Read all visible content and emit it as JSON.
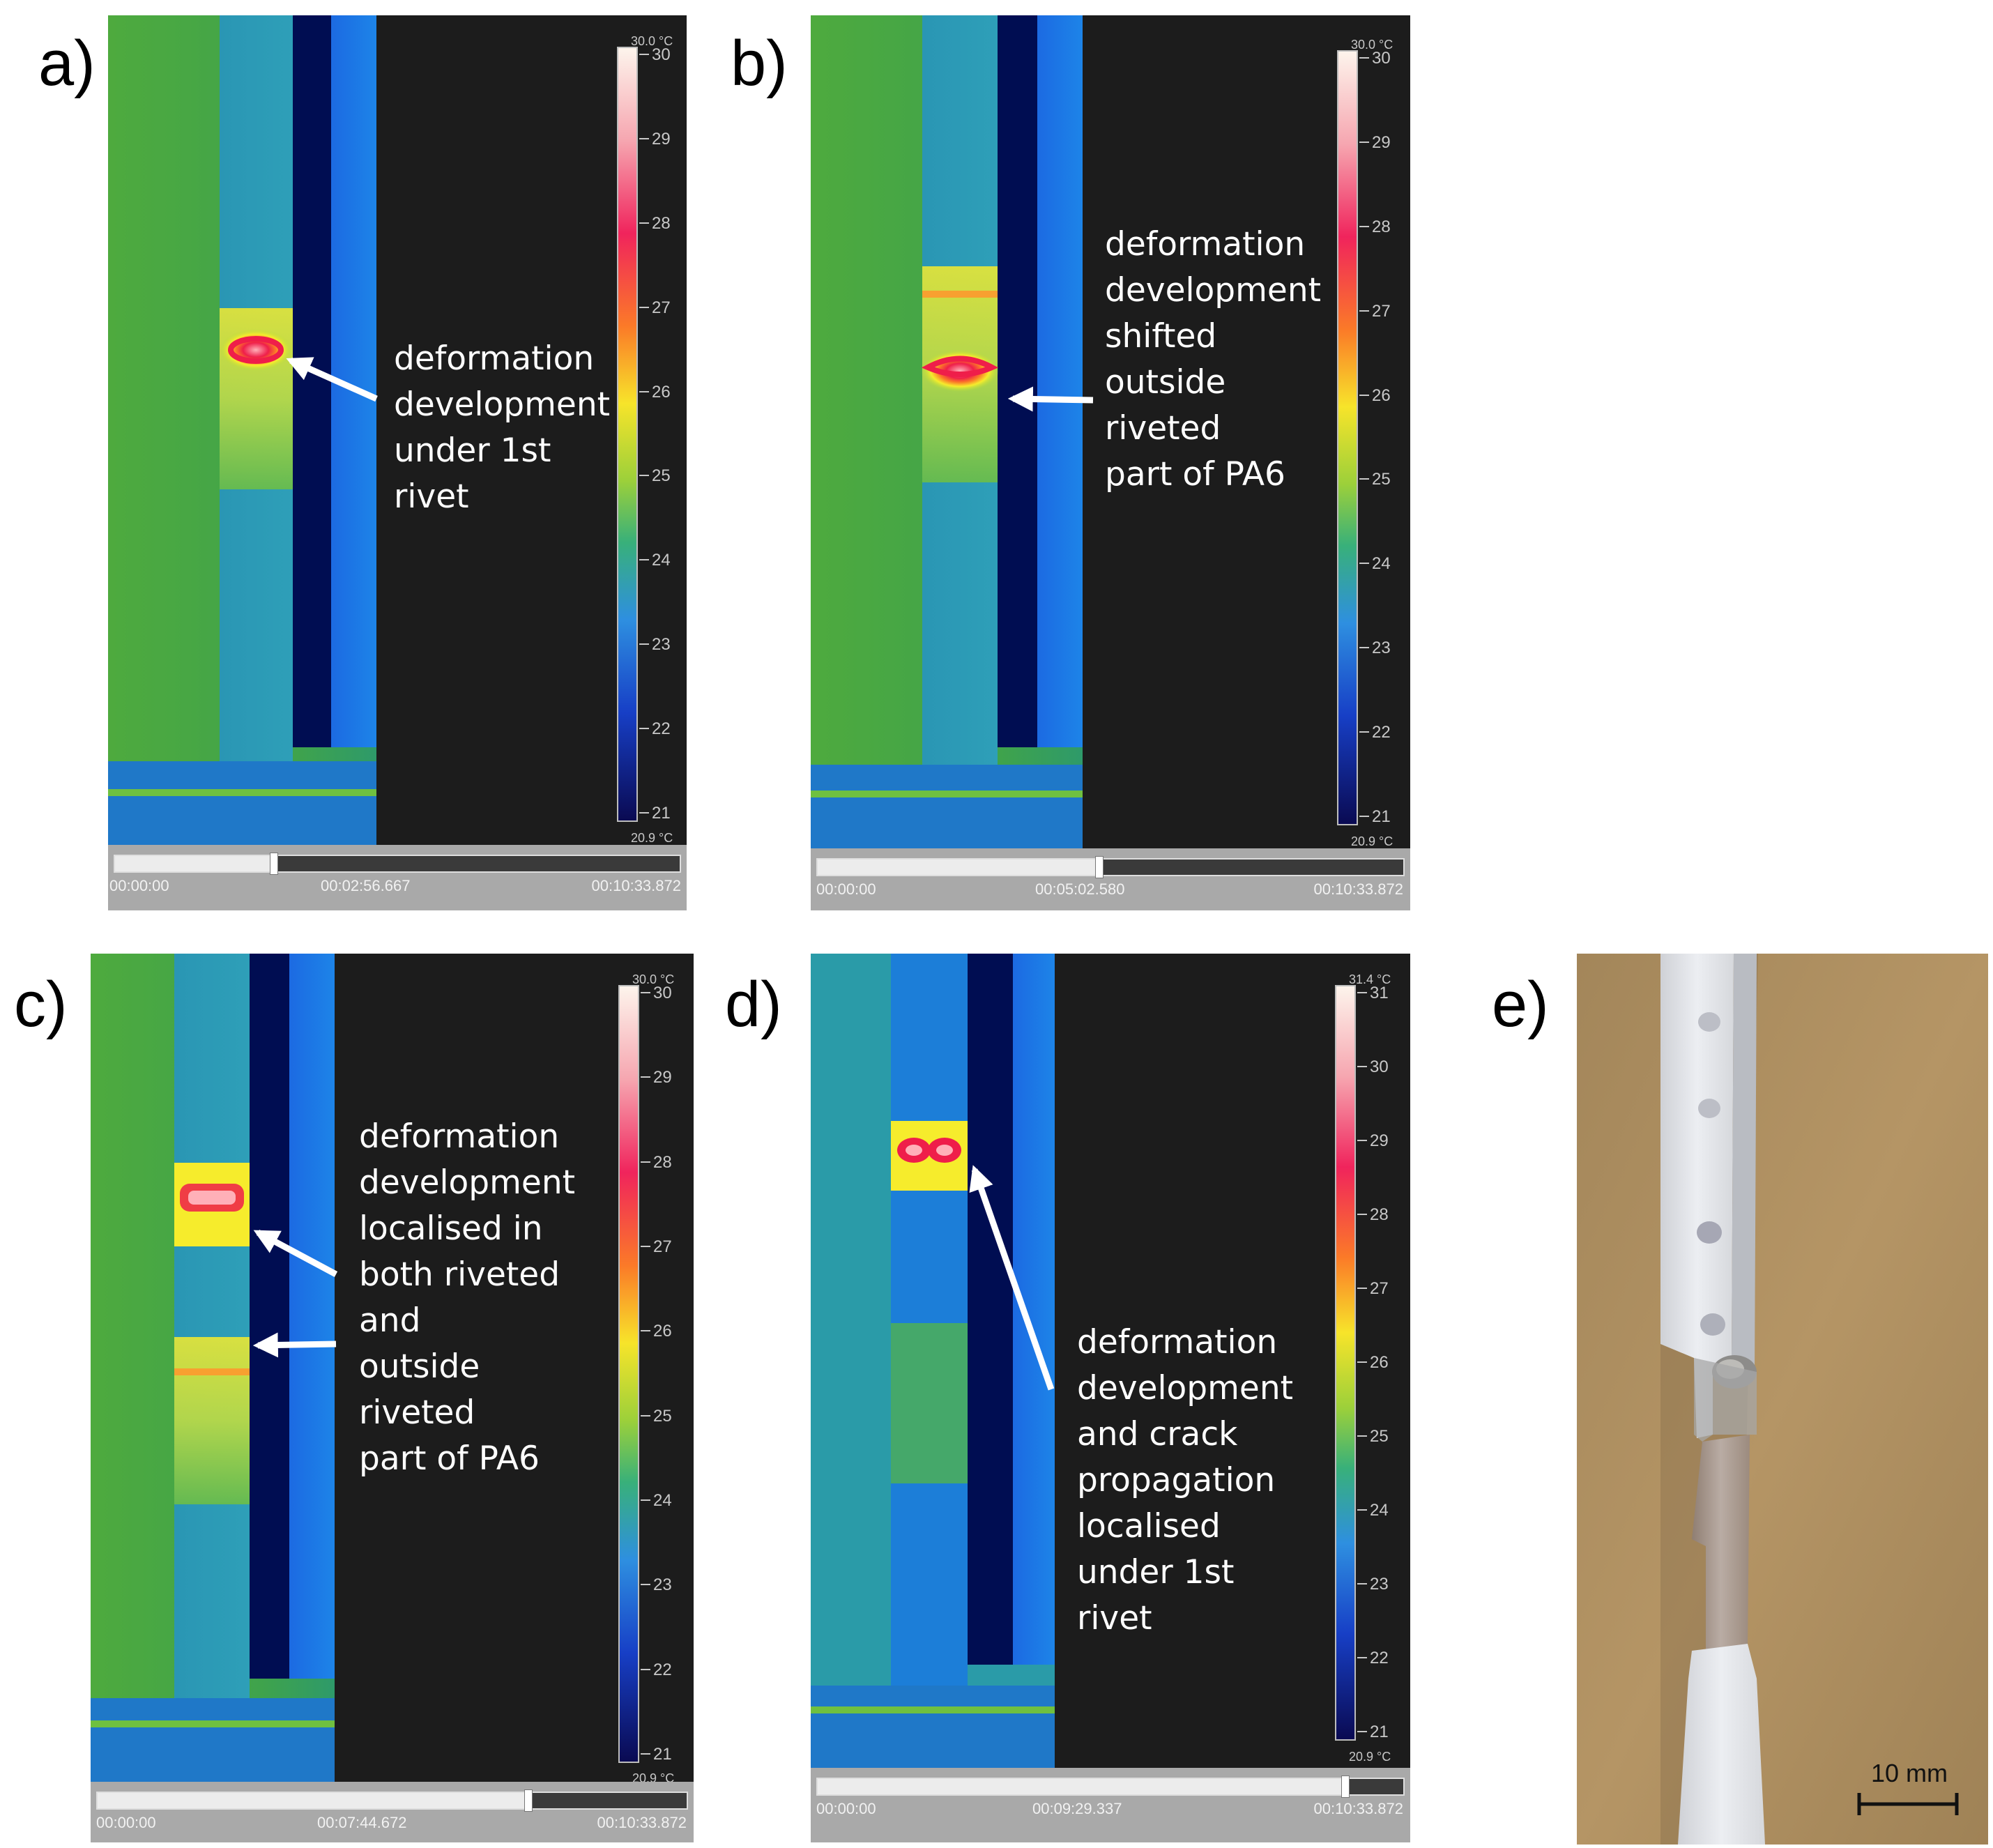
{
  "panels": [
    {
      "id": "a",
      "label": "a)",
      "annotation": [
        "deformation",
        "development",
        "under 1st",
        "rivet"
      ],
      "colorbar": {
        "max_caption": "30.0 °C",
        "min_caption": "20.9 °C",
        "ticks": [
          "30",
          "29",
          "28",
          "27",
          "26",
          "25",
          "24",
          "23",
          "22",
          "21"
        ]
      },
      "timeline": {
        "start": "00:00:00",
        "current": "00:02:56.667",
        "end": "00:10:33.872",
        "progress": 0.28
      }
    },
    {
      "id": "b",
      "label": "b)",
      "annotation": [
        "deformation",
        "development",
        "shifted",
        "outside",
        "riveted",
        "part of PA6"
      ],
      "colorbar": {
        "max_caption": "30.0 °C",
        "min_caption": "20.9 °C",
        "ticks": [
          "30",
          "29",
          "28",
          "27",
          "26",
          "25",
          "24",
          "23",
          "22",
          "21"
        ]
      },
      "timeline": {
        "start": "00:00:00",
        "current": "00:05:02.580",
        "end": "00:10:33.872",
        "progress": 0.48
      }
    },
    {
      "id": "c",
      "label": "c)",
      "annotation": [
        "deformation",
        "development",
        "localised in",
        "both riveted",
        "and",
        "outside",
        "riveted",
        "part of PA6"
      ],
      "colorbar": {
        "max_caption": "30.0 °C",
        "min_caption": "20.9 °C",
        "ticks": [
          "30",
          "29",
          "28",
          "27",
          "26",
          "25",
          "24",
          "23",
          "22",
          "21"
        ]
      },
      "timeline": {
        "start": "00:00:00",
        "current": "00:07:44.672",
        "end": "00:10:33.872",
        "progress": 0.73
      }
    },
    {
      "id": "d",
      "label": "d)",
      "annotation": [
        "deformation",
        "development",
        "and crack",
        "propagation",
        "localised",
        "under 1st",
        "rivet"
      ],
      "colorbar": {
        "max_caption": "31.4 °C",
        "min_caption": "20.9 °C",
        "ticks": [
          "31",
          "30",
          "29",
          "28",
          "27",
          "26",
          "25",
          "24",
          "23",
          "22",
          "21"
        ]
      },
      "timeline": {
        "start": "00:00:00",
        "current": "00:09:29.337",
        "end": "00:10:33.872",
        "progress": 0.9
      }
    }
  ],
  "photo": {
    "label": "e)",
    "scale_bar": "10 mm"
  },
  "colors": {
    "panel_bg": "#1c1c1c",
    "bg_green": "#4aa63e",
    "strip_cyan": "#2a9fb5",
    "dark_blue": "#000d52",
    "blue": "#1670e0",
    "hot_red": "#ef1e4a",
    "hot_yellow": "#f6ec2c",
    "annotation_text": "#ffffff"
  }
}
